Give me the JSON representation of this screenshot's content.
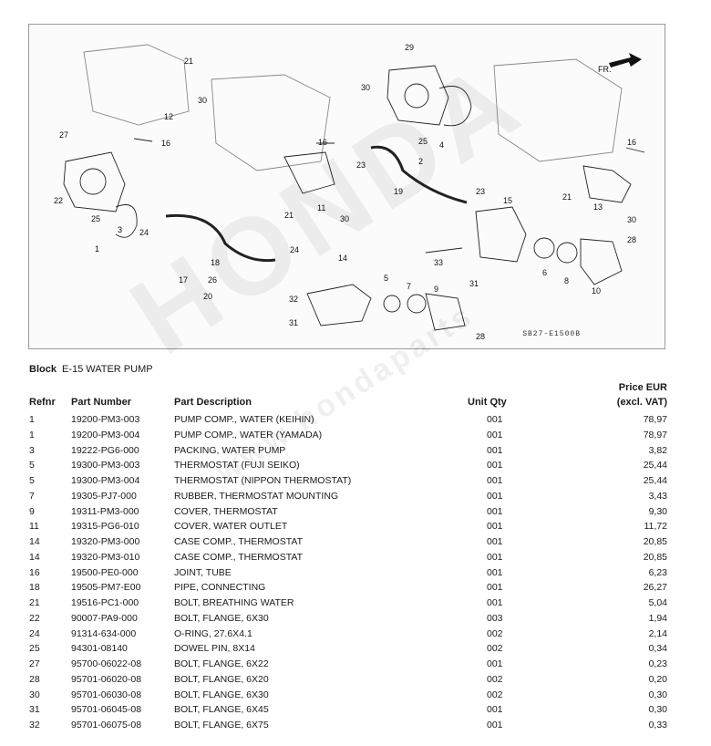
{
  "diagram": {
    "reference_code": "SB27-E1500B",
    "direction_label": "FR.",
    "callouts": [
      "21",
      "12",
      "30",
      "16",
      "27",
      "22",
      "25",
      "3",
      "1",
      "24",
      "18",
      "17",
      "26",
      "20",
      "21",
      "11",
      "30",
      "16",
      "29",
      "30",
      "25",
      "4",
      "2",
      "23",
      "19",
      "23",
      "15",
      "24",
      "14",
      "32",
      "31",
      "33",
      "5",
      "7",
      "9",
      "31",
      "6",
      "8",
      "10",
      "28",
      "16",
      "21",
      "13",
      "30",
      "28"
    ]
  },
  "block": {
    "label": "Block",
    "name": "E-15 WATER PUMP"
  },
  "table": {
    "headers": {
      "refnr": "Refnr",
      "part_number": "Part Number",
      "description": "Part Description",
      "unit_qty": "Unit Qty",
      "price_line1": "Price EUR",
      "price_line2": "(excl. VAT)"
    },
    "rows": [
      {
        "ref": "1",
        "part": "19200-PM3-003",
        "desc": "PUMP COMP., WATER (KEIHIN)",
        "qty": "001",
        "price": "78,97"
      },
      {
        "ref": "1",
        "part": "19200-PM3-004",
        "desc": "PUMP COMP., WATER (YAMADA)",
        "qty": "001",
        "price": "78,97"
      },
      {
        "ref": "3",
        "part": "19222-PG6-000",
        "desc": "PACKING, WATER PUMP",
        "qty": "001",
        "price": "3,82"
      },
      {
        "ref": "5",
        "part": "19300-PM3-003",
        "desc": "THERMOSTAT (FUJI SEIKO)",
        "qty": "001",
        "price": "25,44"
      },
      {
        "ref": "5",
        "part": "19300-PM3-004",
        "desc": "THERMOSTAT (NIPPON THERMOSTAT)",
        "qty": "001",
        "price": "25,44"
      },
      {
        "ref": "7",
        "part": "19305-PJ7-000",
        "desc": "RUBBER, THERMOSTAT MOUNTING",
        "qty": "001",
        "price": "3,43"
      },
      {
        "ref": "9",
        "part": "19311-PM3-000",
        "desc": "COVER, THERMOSTAT",
        "qty": "001",
        "price": "9,30"
      },
      {
        "ref": "11",
        "part": "19315-PG6-010",
        "desc": "COVER, WATER OUTLET",
        "qty": "001",
        "price": "11,72"
      },
      {
        "ref": "14",
        "part": "19320-PM3-000",
        "desc": "CASE COMP., THERMOSTAT",
        "qty": "001",
        "price": "20,85"
      },
      {
        "ref": "14",
        "part": "19320-PM3-010",
        "desc": "CASE COMP., THERMOSTAT",
        "qty": "001",
        "price": "20,85"
      },
      {
        "ref": "16",
        "part": "19500-PE0-000",
        "desc": "JOINT, TUBE",
        "qty": "001",
        "price": "6,23"
      },
      {
        "ref": "18",
        "part": "19505-PM7-E00",
        "desc": "PIPE, CONNECTING",
        "qty": "001",
        "price": "26,27"
      },
      {
        "ref": "21",
        "part": "19516-PC1-000",
        "desc": "BOLT, BREATHING WATER",
        "qty": "001",
        "price": "5,04"
      },
      {
        "ref": "22",
        "part": "90007-PA9-000",
        "desc": "BOLT, FLANGE, 6X30",
        "qty": "003",
        "price": "1,94"
      },
      {
        "ref": "24",
        "part": "91314-634-000",
        "desc": "O-RING, 27.6X4.1",
        "qty": "002",
        "price": "2,14"
      },
      {
        "ref": "25",
        "part": "94301-08140",
        "desc": "DOWEL PIN, 8X14",
        "qty": "002",
        "price": "0,34"
      },
      {
        "ref": "27",
        "part": "95700-06022-08",
        "desc": "BOLT, FLANGE, 6X22",
        "qty": "001",
        "price": "0,23"
      },
      {
        "ref": "28",
        "part": "95701-06020-08",
        "desc": "BOLT, FLANGE, 6X20",
        "qty": "002",
        "price": "0,20"
      },
      {
        "ref": "30",
        "part": "95701-06030-08",
        "desc": "BOLT, FLANGE, 6X30",
        "qty": "002",
        "price": "0,30"
      },
      {
        "ref": "31",
        "part": "95701-06045-08",
        "desc": "BOLT, FLANGE, 6X45",
        "qty": "001",
        "price": "0,30"
      },
      {
        "ref": "32",
        "part": "95701-06075-08",
        "desc": "BOLT, FLANGE, 6X75",
        "qty": "001",
        "price": "0,33"
      }
    ]
  }
}
